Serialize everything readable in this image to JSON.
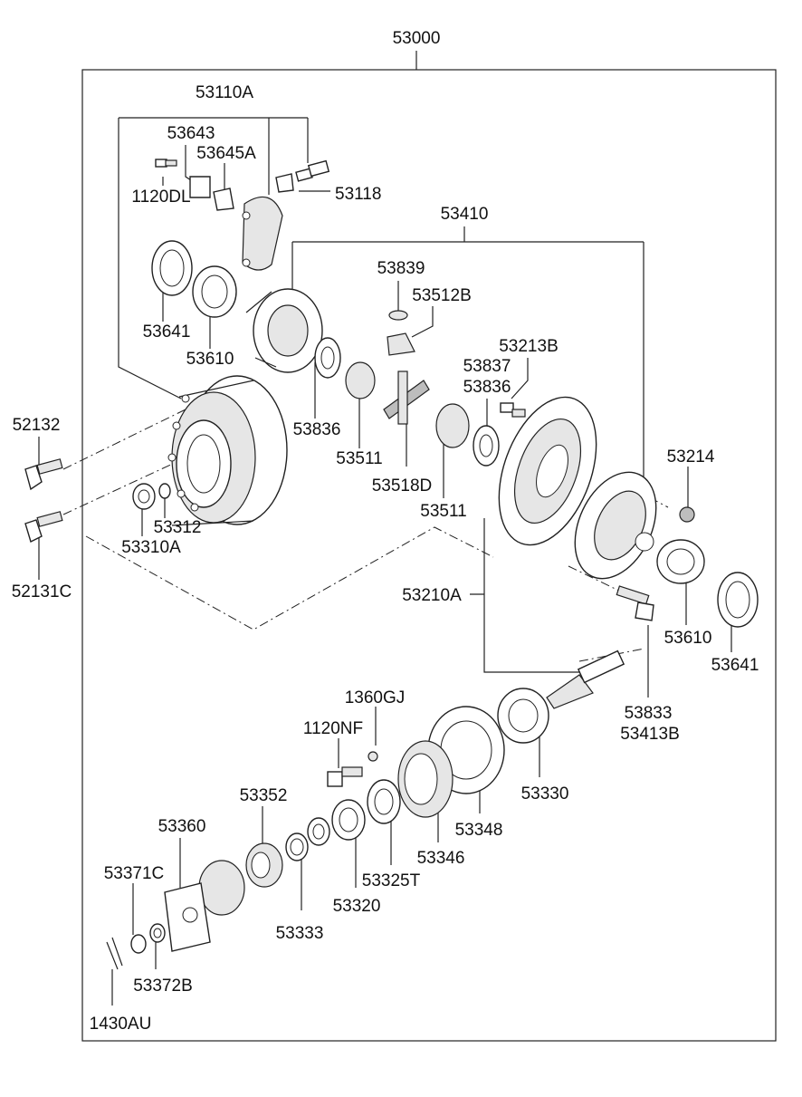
{
  "assembly": {
    "number": "53000"
  },
  "callouts": {
    "c53110A": "53110A",
    "c53643": "53643",
    "c53645A": "53645A",
    "c1120DL": "1120DL",
    "c53118": "53118",
    "c53410": "53410",
    "c53839": "53839",
    "c53512B": "53512B",
    "c53641_top": "53641",
    "c53610_top": "53610",
    "c53213B": "53213B",
    "c53837": "53837",
    "c53836_right": "53836",
    "c53836_left": "53836",
    "c53511_left": "53511",
    "c53518D": "53518D",
    "c53511_right": "53511",
    "c53214": "53214",
    "c52132": "52132",
    "c53312": "53312",
    "c53310A": "53310A",
    "c52131C": "52131C",
    "c53210A": "53210A",
    "c53610_right": "53610",
    "c53641_right": "53641",
    "c53833": "53833",
    "c53413B": "53413B",
    "c1360GJ": "1360GJ",
    "c1120NF": "1120NF",
    "c53330": "53330",
    "c53352": "53352",
    "c53348": "53348",
    "c53360": "53360",
    "c53346": "53346",
    "c53371C": "53371C",
    "c53325T": "53325T",
    "c53320": "53320",
    "c53333": "53333",
    "c53372B": "53372B",
    "c1430AU": "1430AU"
  }
}
